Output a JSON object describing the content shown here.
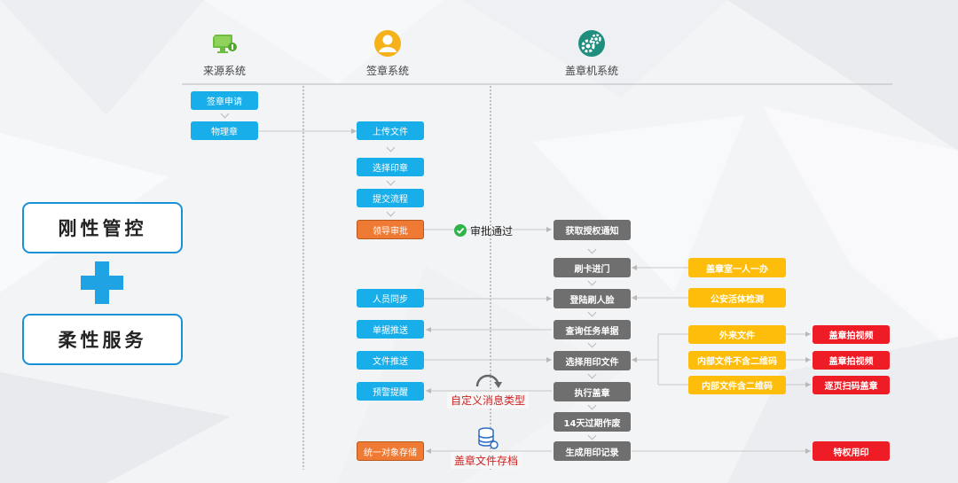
{
  "columns": {
    "source": "来源系统",
    "sign": "签章系统",
    "machine": "盖章机系统"
  },
  "left": {
    "rigid": "刚性管控",
    "flexible": "柔性服务"
  },
  "source_flow": {
    "apply": "签章申请",
    "physical_seal": "物理章"
  },
  "sign_flow": {
    "upload": "上传文件",
    "select_seal": "选择印章",
    "submit": "提交流程",
    "leader_approval": "领导审批",
    "personnel_sync": "人员同步",
    "doc_push": "单据推送",
    "file_push": "文件推送",
    "warning": "预警提醒",
    "object_storage": "统一对象存储"
  },
  "approval": {
    "passed": "审批通过"
  },
  "machine_flow": {
    "auth_notice": "获取授权通知",
    "card_entry": "刷卡进门",
    "face_login": "登陆刷人脸",
    "query_task": "查询任务单据",
    "select_file": "选择用印文件",
    "execute_seal": "执行盖章",
    "expire": "14天过期作废",
    "record": "生成用印记录"
  },
  "yellow_inputs": {
    "one_person": "盖章室一人一办",
    "police_check": "公安活体检测",
    "external": "外来文件",
    "internal_no_qr": "内部文件不含二维码",
    "internal_qr": "内部文件含二维码"
  },
  "red_outputs": {
    "video1": "盖章拍视频",
    "video2": "盖章拍视频",
    "page_scan": "逐页扫码盖章",
    "privilege": "特权用印"
  },
  "notes": {
    "custom_message": "自定义消息类型",
    "seal_archive": "盖章文件存档"
  },
  "colors": {
    "blue": "#17aee9",
    "orange": "#ee7a34",
    "gray": "#6f6f6f",
    "yellow": "#fdbd0a",
    "red": "#ee1c24",
    "green_check": "#2fb34a",
    "note_red": "#cc2222"
  }
}
